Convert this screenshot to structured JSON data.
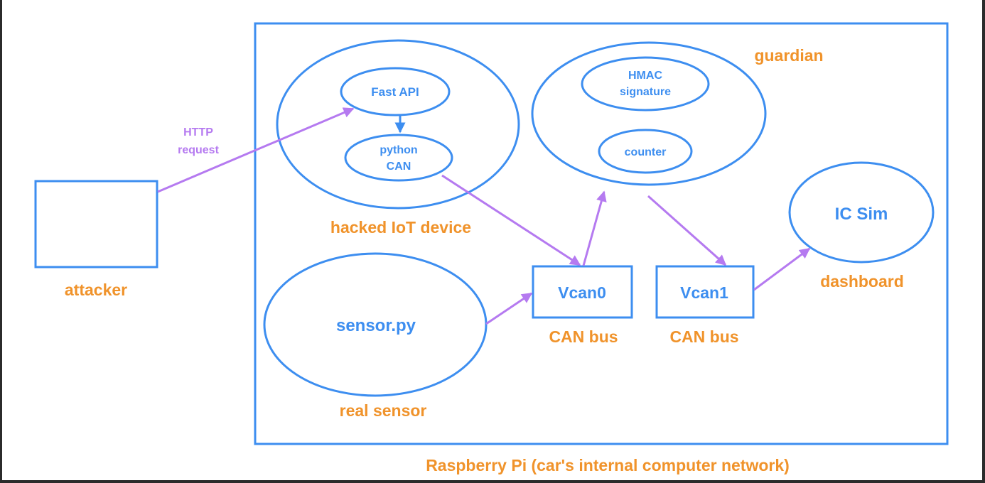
{
  "labels": {
    "attacker": "attacker",
    "http_line1": "HTTP",
    "http_line2": "request",
    "fast_api": "Fast API",
    "python_line1": "python",
    "python_line2": "CAN",
    "hacked_iot": "hacked IoT device",
    "hmac_line1": "HMAC",
    "hmac_line2": "signature",
    "counter": "counter",
    "guardian": "guardian",
    "ic_sim": "IC Sim",
    "dashboard": "dashboard",
    "sensor_py": "sensor.py",
    "real_sensor": "real sensor",
    "vcan0": "Vcan0",
    "vcan1": "Vcan1",
    "can_bus_0": "CAN bus",
    "can_bus_1": "CAN bus",
    "raspberry_pi": "Raspberry Pi (car's internal computer network)"
  },
  "colors": {
    "node_outline": "#3d8ef0",
    "caption": "#f0932b",
    "flow_arrow": "#b57af0"
  }
}
